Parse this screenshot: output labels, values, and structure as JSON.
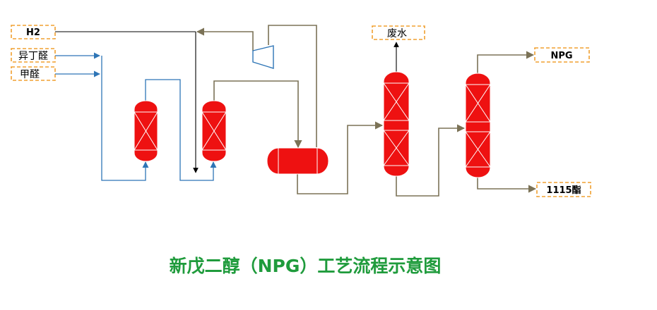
{
  "streams": {
    "h2": "H2",
    "isobutyraldehyde": "异丁醛",
    "formaldehyde": "甲醛",
    "wastewater": "废水",
    "npg": "NPG",
    "ester": "1115酯"
  },
  "title": "新戊二醇（NPG）工艺流程示意图",
  "colors": {
    "vessel": "#ee1111",
    "process_line": "#7b7256",
    "feed_line": "#2e75b6",
    "hydrogen_line": "#000000",
    "stream_box_border": "#f0a030",
    "title": "#1f9b3c"
  }
}
